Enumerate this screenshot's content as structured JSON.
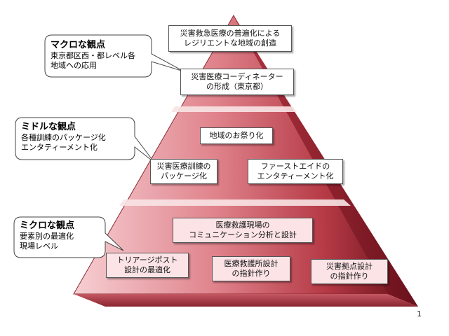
{
  "colors": {
    "pyramid_light": "#f4c0c6",
    "pyramid_mid": "#d2606c",
    "pyramid_dark": "#7e1b25",
    "band_line": "#ffffff"
  },
  "top_tier": {
    "box1": [
      "災害救急医療の普遍化による",
      "レジリエントな地域の創造"
    ],
    "box2": [
      "災害医療コーディネーター",
      "の形成（東京都）"
    ]
  },
  "middle_tier": {
    "box1": [
      "地域のお祭り化"
    ],
    "box2": [
      "災害医療訓練の",
      "パッケージ化"
    ],
    "box3": [
      "ファーストエイドの",
      "エンタティーメント化"
    ]
  },
  "bottom_tier": {
    "box1": [
      "医療救護現場の",
      "コミュニケーション分析と設計"
    ],
    "box2": [
      "トリアージポスト",
      "設計の最適化"
    ],
    "box3": [
      "医療救護所設計",
      "の指針作り"
    ],
    "box4": [
      "災害拠点設計",
      "の指針作り"
    ]
  },
  "callouts": {
    "macro": {
      "title": "マクロな観点",
      "lines": [
        "東京都区西・都レベル各",
        "地域への応用"
      ]
    },
    "middle": {
      "title": "ミドルな観点",
      "lines": [
        "各種訓練のパッケージ化",
        "エンタティーメント化"
      ]
    },
    "micro": {
      "title": "ミクロな観点",
      "lines": [
        "要素別の最適化",
        "現場レベル"
      ]
    }
  },
  "page_number": "1"
}
